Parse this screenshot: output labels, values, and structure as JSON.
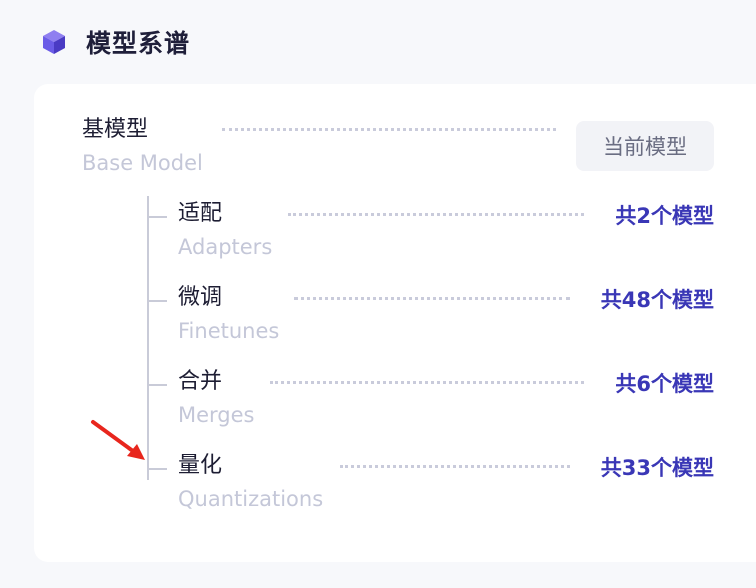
{
  "header": {
    "title": "模型系谱",
    "icon": "cube-icon",
    "accent": "#6b5ce7"
  },
  "base": {
    "title": "基模型",
    "subtitle": "Base Model",
    "current_label": "当前模型"
  },
  "children": [
    {
      "title": "适配",
      "subtitle": "Adapters",
      "count": "共2个模型"
    },
    {
      "title": "微调",
      "subtitle": "Finetunes",
      "count": "共48个模型"
    },
    {
      "title": "合并",
      "subtitle": "Merges",
      "count": "共6个模型"
    },
    {
      "title": "量化",
      "subtitle": "Quantizations",
      "count": "共33个模型"
    }
  ],
  "colors": {
    "count": "#3a37b6",
    "arrow": "#e8261d",
    "connector": "#c9cbd8"
  }
}
